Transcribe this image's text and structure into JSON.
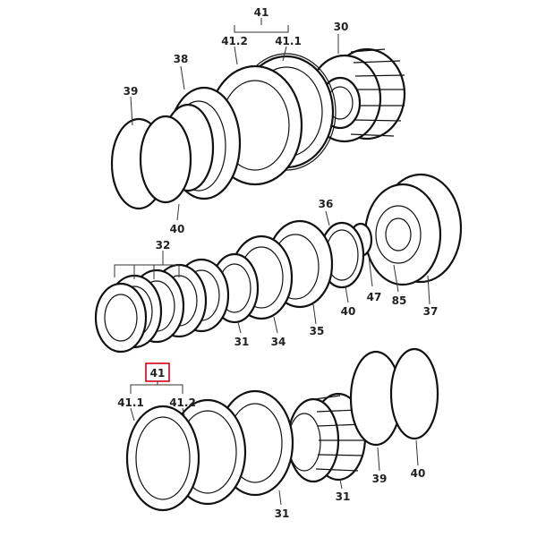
{
  "figure": {
    "highlight_color": "#d0021b",
    "line_color": "#111111",
    "labels": {
      "top_41": "41",
      "top_41_2": "41.2",
      "top_41_1": "41.1",
      "top_30": "30",
      "top_38": "38",
      "top_39": "39",
      "top_40": "40",
      "mid_36": "36",
      "mid_32": "32",
      "mid_47": "47",
      "mid_85": "85",
      "mid_37": "37",
      "mid_40": "40",
      "mid_31": "31",
      "mid_34": "34",
      "mid_35": "35",
      "bot_41": "41",
      "bot_41_1": "41.1",
      "bot_41_2": "41.2",
      "bot_39": "39",
      "bot_40": "40",
      "bot_31_a": "31",
      "bot_31_b": "31"
    }
  }
}
